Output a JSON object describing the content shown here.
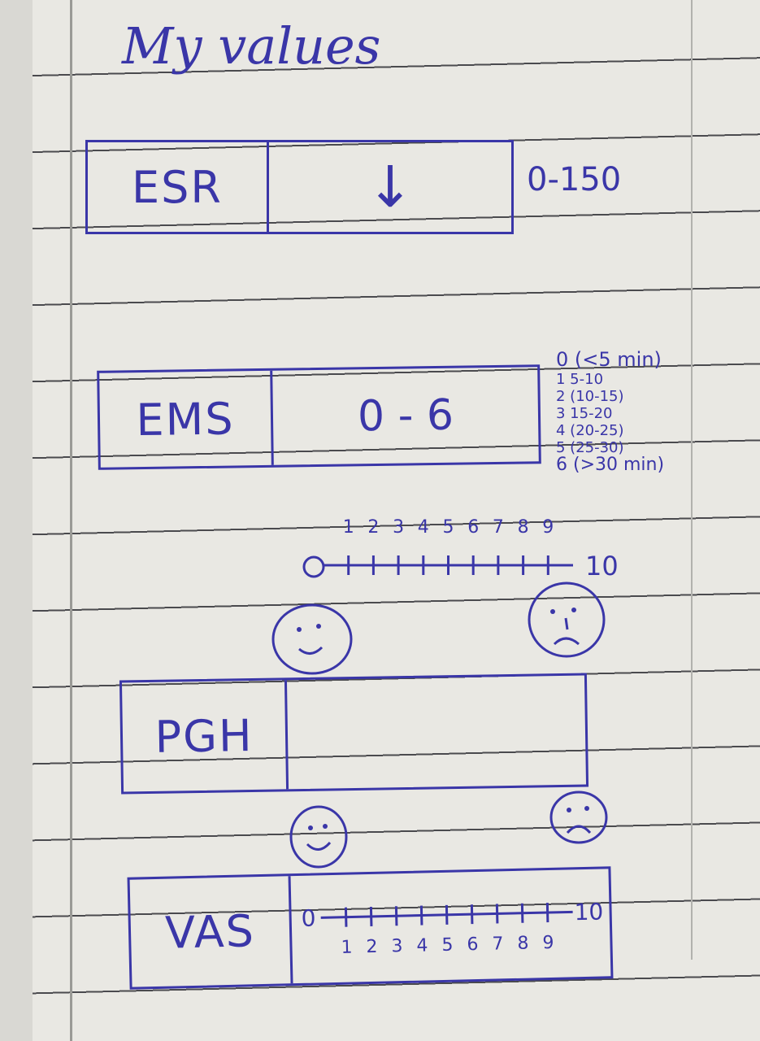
{
  "title": "My values",
  "esr": {
    "label": "ESR",
    "value": "↓",
    "range": "0-150"
  },
  "ems": {
    "label": "EMS",
    "value": "0 - 6",
    "legend": [
      "0 (<5 min)",
      "1  5-10",
      "2 (10-15)",
      "3  15-20",
      "4 (20-25)",
      "5 (25-30)",
      "6 (>30 min)"
    ]
  },
  "pgh_scale": {
    "start": "0",
    "end": "10",
    "ticks": [
      "1",
      "2",
      "3",
      "4",
      "5",
      "6",
      "7",
      "8",
      "9"
    ],
    "left_face": "happy-face",
    "right_face": "sad-face"
  },
  "pgh": {
    "label": "PGH",
    "value": ""
  },
  "vas": {
    "label": "VAS",
    "start": "0",
    "end": "10",
    "ticks": [
      "1",
      "2",
      "3",
      "4",
      "5",
      "6",
      "7",
      "8",
      "9"
    ],
    "left_face": "happy-face",
    "right_face": "sad-face"
  },
  "colors": {
    "ink": "#3a36a8",
    "paper": "#e9e8e3",
    "rule": "#4a4a4e"
  }
}
